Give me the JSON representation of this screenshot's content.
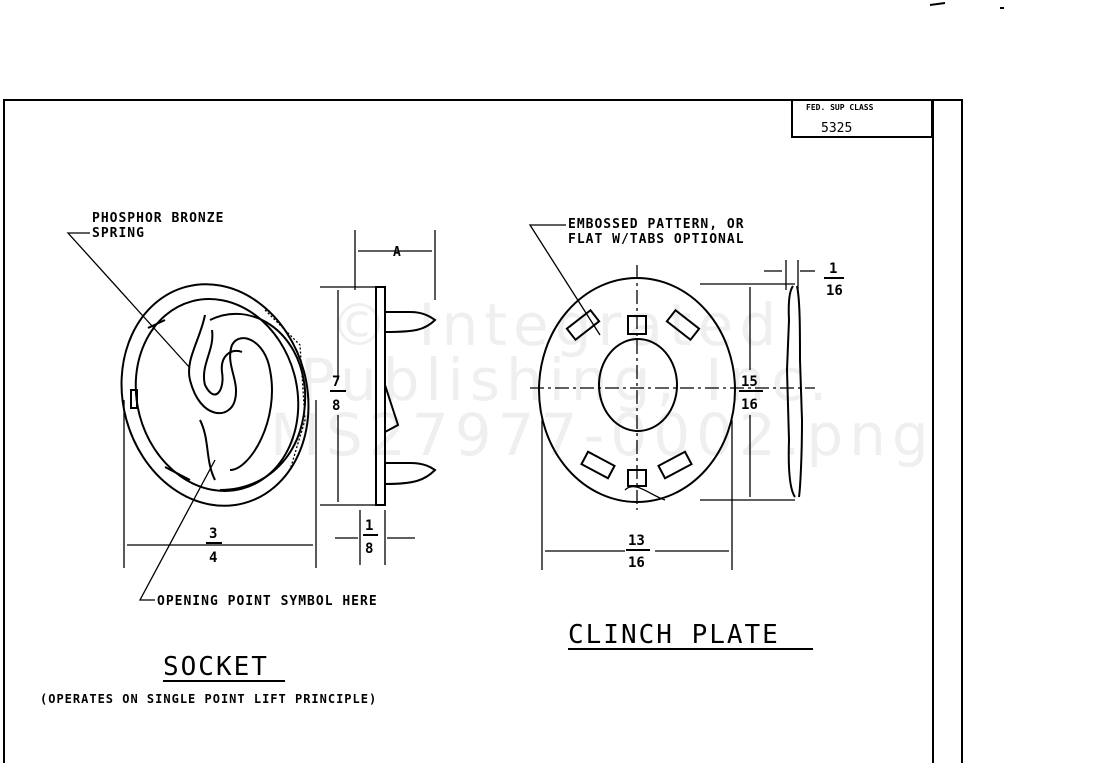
{
  "title_block": {
    "label": "FED. SUP CLASS",
    "value": "5325"
  },
  "socket": {
    "spring_label_1": "PHOSPHOR BRONZE",
    "spring_label_2": "SPRING",
    "dim_a": "A",
    "height_num": "7",
    "height_den": "8",
    "width_num": "3",
    "width_den": "4",
    "thick_num": "1",
    "thick_den": "8",
    "opening_note": "OPENING POINT SYMBOL HERE",
    "title": "SOCKET",
    "subtitle": "(OPERATES ON SINGLE POINT LIFT PRINCIPLE)"
  },
  "clinch_plate": {
    "note_1": "EMBOSSED PATTERN, OR",
    "note_2": "FLAT W/TABS OPTIONAL",
    "thick_num": "1",
    "thick_den": "16",
    "height_num": "15",
    "height_den": "16",
    "width_num": "13",
    "width_den": "16",
    "title": "CLINCH PLATE"
  },
  "watermark": [
    "© Integrated",
    "Publishing, Inc.",
    "MS27977-0002.png"
  ]
}
